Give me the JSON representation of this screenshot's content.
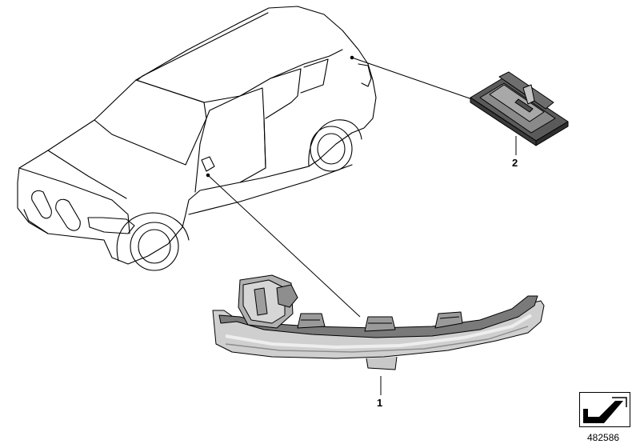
{
  "callouts": {
    "part1": "1",
    "part2": "2"
  },
  "reference_number": "482586",
  "icons": {
    "reference_box": "folded-corner-arrow-icon"
  }
}
